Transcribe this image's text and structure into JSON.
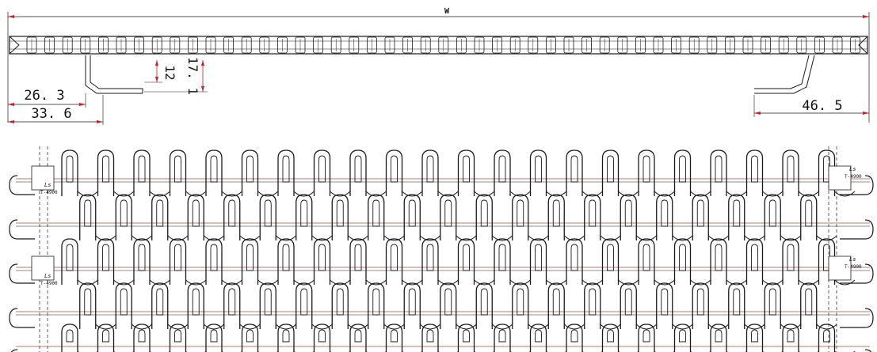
{
  "dimensions": {
    "width_label": "W",
    "d_26_3": "26. 3",
    "d_33_6": "33. 6",
    "d_12": "12",
    "d_17_1": "17. 1",
    "d_46_5": "46. 5"
  },
  "module": {
    "label_small": "Ls",
    "label_code": "T-4900"
  },
  "colors": {
    "line": "#1a1a1a",
    "dimension_red": "#d11a1a",
    "centerline": "#b54a3a",
    "background": "#ffffff"
  }
}
